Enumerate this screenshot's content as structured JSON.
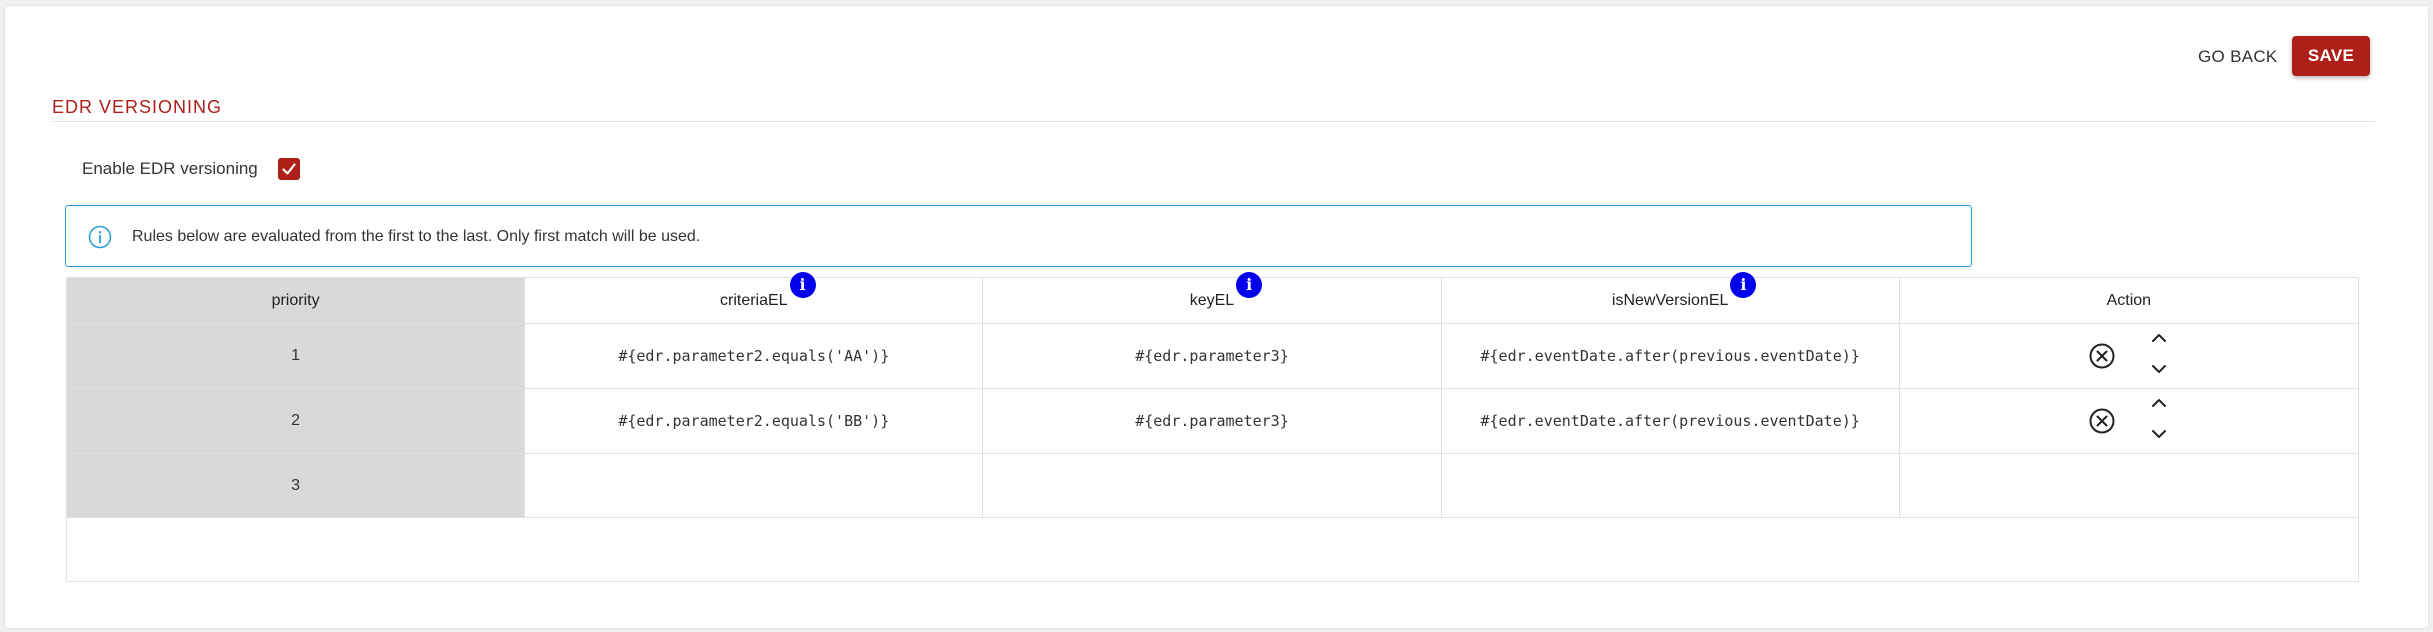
{
  "toolbar": {
    "go_back_label": "GO BACK",
    "save_label": "SAVE"
  },
  "section": {
    "title": "EDR VERSIONING"
  },
  "enable": {
    "label": "Enable EDR versioning",
    "checked": true
  },
  "info": {
    "text": "Rules below are evaluated from the first to the last. Only first match will be used."
  },
  "table": {
    "headers": [
      "priority",
      "criteriaEL",
      "keyEL",
      "isNewVersionEL",
      "Action"
    ],
    "info_glyph": "i",
    "rows": [
      {
        "priority": "1",
        "criteriaEL": "#{edr.parameter2.equals('AA')}",
        "keyEL": "#{edr.parameter3}",
        "isNewVersionEL": "#{edr.eventDate.after(previous.eventDate)}"
      },
      {
        "priority": "2",
        "criteriaEL": "#{edr.parameter2.equals('BB')}",
        "keyEL": "#{edr.parameter3}",
        "isNewVersionEL": "#{edr.eventDate.after(previous.eventDate)}"
      },
      {
        "priority": "3",
        "criteriaEL": "",
        "keyEL": "",
        "isNewVersionEL": ""
      }
    ]
  },
  "colors": {
    "accent": "#ae1f18",
    "info_border": "#2e9bd6",
    "info_dot": "#0000ee",
    "priority_bg": "#d9d9d9"
  }
}
